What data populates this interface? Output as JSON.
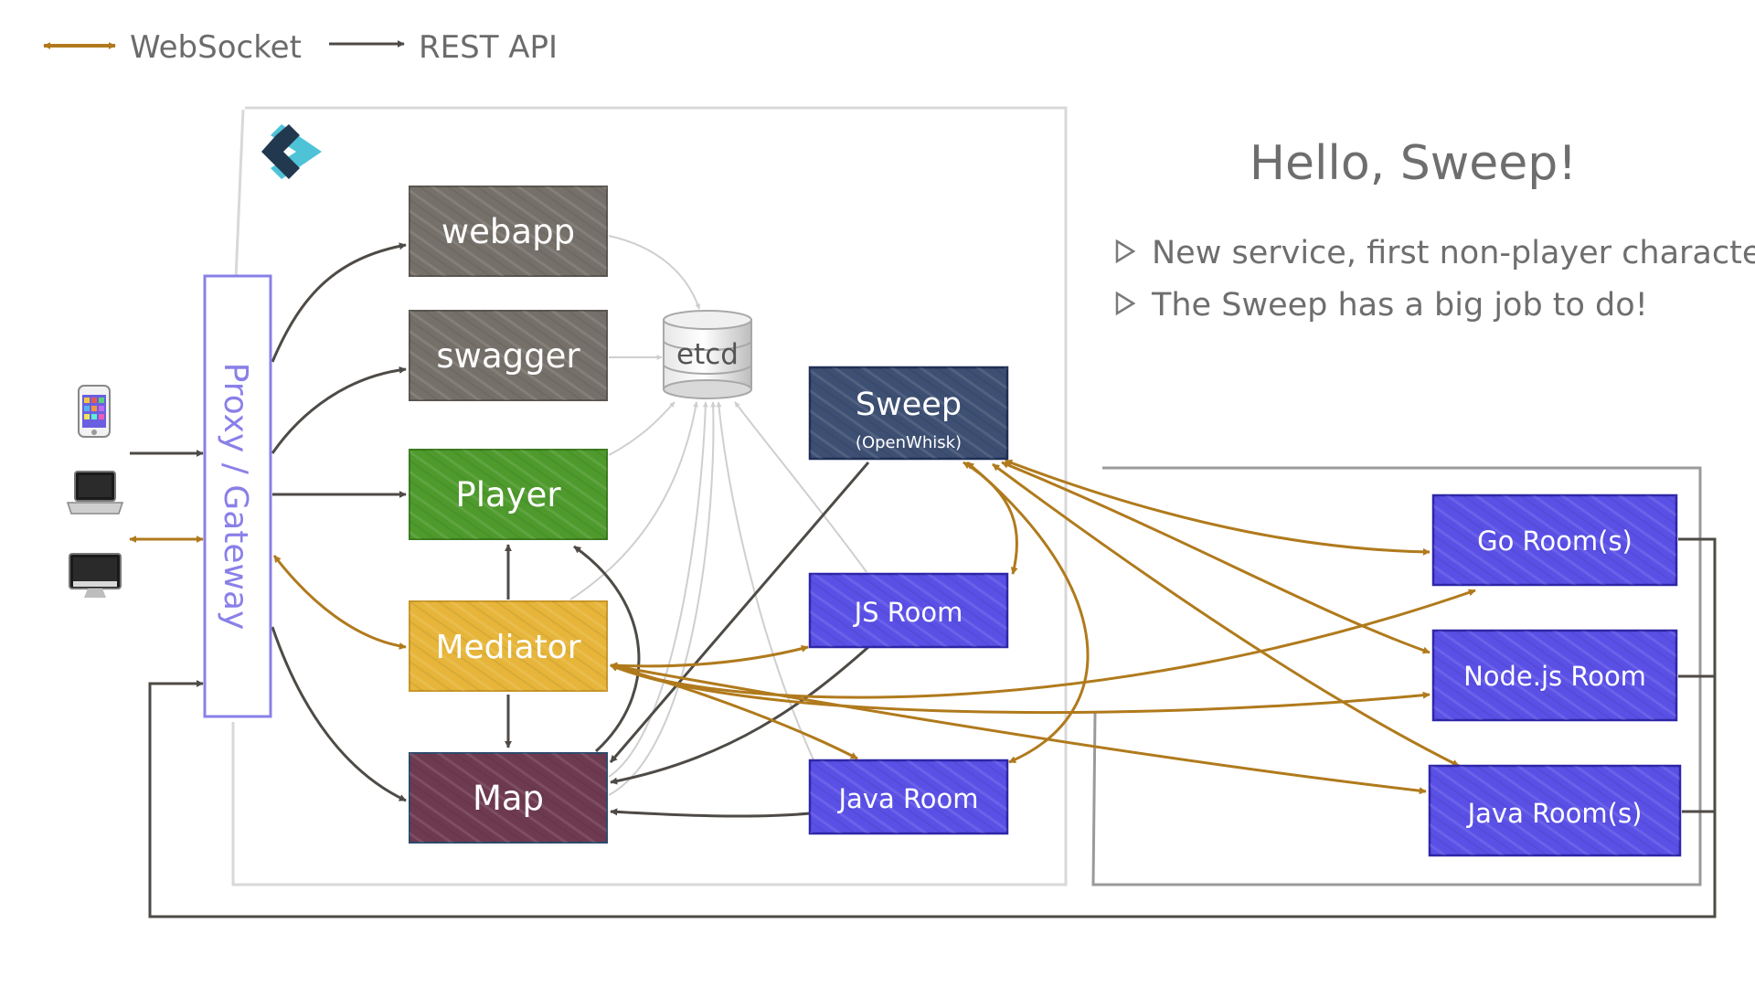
{
  "legend": {
    "websocket_label": "WebSocket",
    "rest_label": "REST API"
  },
  "colors": {
    "websocket": "#b07a1c",
    "rest": "#4e4a46",
    "registry": "#cfcfcf",
    "proxy": "#8a80e8",
    "webapp": "#76706a",
    "swagger": "#76706a",
    "player": "#4e9a2c",
    "mediator": "#e6b53a",
    "map": "#6e3a50",
    "sweep": "#3d4f72",
    "room": "#5a50e6"
  },
  "nodes": {
    "proxy": "Proxy / Gateway",
    "webapp": "webapp",
    "swagger": "swagger",
    "etcd": "etcd",
    "player": "Player",
    "mediator": "Mediator",
    "map": "Map",
    "sweep": "Sweep",
    "sweep_sub": "(OpenWhisk)",
    "js_room": "JS Room",
    "java_room": "Java Room",
    "go_rooms": "Go Room(s)",
    "nodejs_room": "Node.js Room",
    "java_rooms": "Java Room(s)"
  },
  "clients": [
    "phone-icon",
    "laptop-icon",
    "desktop-icon"
  ],
  "panel": {
    "title": "Hello, Sweep!",
    "bullets": [
      "New service, first non-player character",
      "The Sweep has a big job to do!"
    ]
  }
}
